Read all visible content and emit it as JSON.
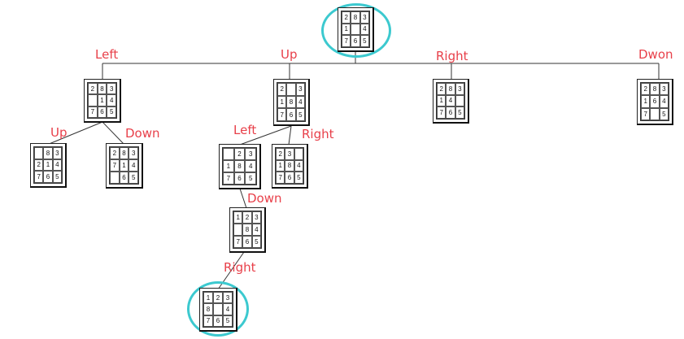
{
  "diagram": {
    "highlight_color": "#3cc9cf",
    "label_color": "#e8404a",
    "line_color": "#333333",
    "nodes": [
      {
        "id": "root",
        "tiles": [
          [
            "2",
            "8",
            "3"
          ],
          [
            "1",
            "",
            "4"
          ],
          [
            "7",
            "6",
            "5"
          ]
        ],
        "highlighted": true
      },
      {
        "id": "left",
        "tiles": [
          [
            "2",
            "8",
            "3"
          ],
          [
            "",
            "1",
            "4"
          ],
          [
            "7",
            "6",
            "5"
          ]
        ]
      },
      {
        "id": "up",
        "tiles": [
          [
            "2",
            "",
            "3"
          ],
          [
            "1",
            "8",
            "4"
          ],
          [
            "7",
            "6",
            "5"
          ]
        ]
      },
      {
        "id": "right",
        "tiles": [
          [
            "2",
            "8",
            "3"
          ],
          [
            "1",
            "4",
            ""
          ],
          [
            "7",
            "6",
            "5"
          ]
        ]
      },
      {
        "id": "down",
        "tiles": [
          [
            "2",
            "8",
            "3"
          ],
          [
            "1",
            "6",
            "4"
          ],
          [
            "7",
            "",
            "5"
          ]
        ]
      },
      {
        "id": "left-up",
        "tiles": [
          [
            "",
            "8",
            "3"
          ],
          [
            "2",
            "1",
            "4"
          ],
          [
            "7",
            "6",
            "5"
          ]
        ]
      },
      {
        "id": "left-down",
        "tiles": [
          [
            "2",
            "8",
            "3"
          ],
          [
            "7",
            "1",
            "4"
          ],
          [
            "",
            "6",
            "5"
          ]
        ]
      },
      {
        "id": "up-left",
        "tiles": [
          [
            "",
            "2",
            "3"
          ],
          [
            "1",
            "8",
            "4"
          ],
          [
            "7",
            "6",
            "5"
          ]
        ]
      },
      {
        "id": "up-right",
        "tiles": [
          [
            "2",
            "3",
            ""
          ],
          [
            "1",
            "8",
            "4"
          ],
          [
            "7",
            "6",
            "5"
          ]
        ]
      },
      {
        "id": "up-left-down",
        "tiles": [
          [
            "1",
            "2",
            "3"
          ],
          [
            "",
            "8",
            "4"
          ],
          [
            "7",
            "6",
            "5"
          ]
        ]
      },
      {
        "id": "goal",
        "tiles": [
          [
            "1",
            "2",
            "3"
          ],
          [
            "8",
            "",
            "4"
          ],
          [
            "7",
            "6",
            "5"
          ]
        ],
        "highlighted": true
      }
    ],
    "labels": {
      "root_left": "Left",
      "root_up": "Up",
      "root_right": "Right",
      "root_down": "Dwon",
      "left_up": "Up",
      "left_down": "Down",
      "up_left": "Left",
      "up_right": "Right",
      "upleft_down": "Down",
      "final_right": "Right"
    }
  }
}
